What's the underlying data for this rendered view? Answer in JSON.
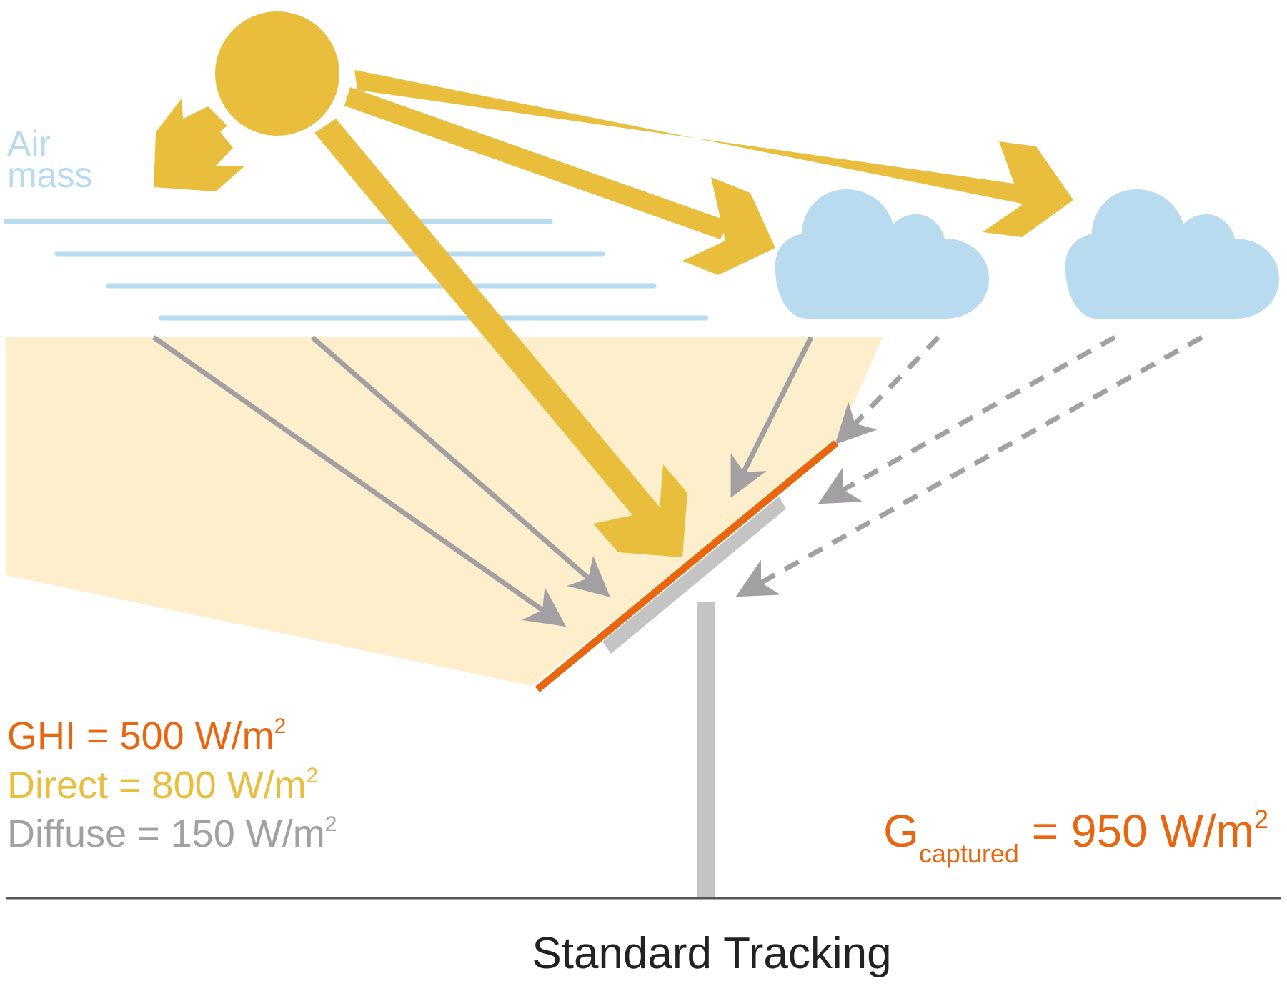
{
  "labels": {
    "air": "Air",
    "mass": "mass",
    "ghi_prefix": "GHI = 500 W/m",
    "direct_prefix": "Direct = 800 W/m",
    "diffuse_prefix": "Diffuse = 150 W/m",
    "exponent": "2",
    "g_symbol": "G",
    "g_subscript": "captured",
    "g_value_prefix": " = 950 W/m",
    "caption": "Standard Tracking"
  },
  "colors": {
    "sun": "#E8BE3C",
    "sky_blue": "#B9DBF0",
    "beam_zone": "#FDEECC",
    "diffuse_gray": "#A2A0A2",
    "panel_orange": "#E8660F",
    "panel_back_gray": "#C4C4C4",
    "ground": "#555555",
    "text": "#222222"
  },
  "icons": [
    "sun-icon",
    "cloud-icon",
    "solar-panel-icon",
    "tracker-post-icon"
  ]
}
